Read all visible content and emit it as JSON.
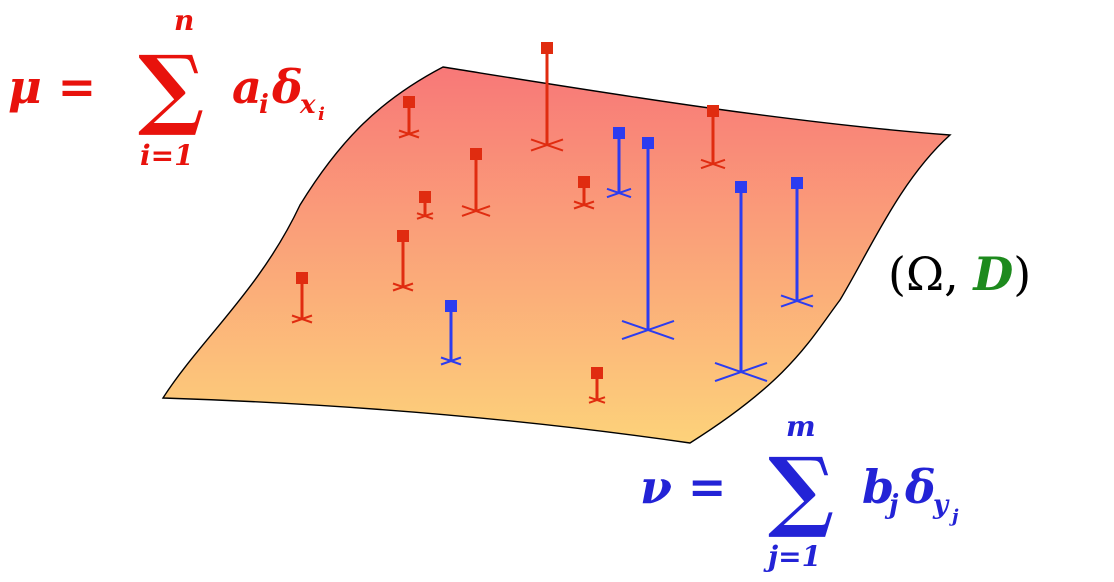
{
  "colors": {
    "mu": "#e8120c",
    "nu": "#2323d6",
    "D": "#1d8a1d",
    "surface_top": "#f87878",
    "surface_bottom": "#fdd27a",
    "red_marker": "#e02c10",
    "blue_marker": "#2c3cf0"
  },
  "mu_formula": {
    "lhs": "μ =",
    "sum_symbol": "∑",
    "upper": "n",
    "lower": "i=1",
    "term_a": "a",
    "term_a_sub": "i",
    "term_delta": "δ",
    "term_delta_sub_x": "x",
    "term_delta_sub_i": "i"
  },
  "nu_formula": {
    "lhs": "ν =",
    "sum_symbol": "∑",
    "upper": "m",
    "lower": "j=1",
    "term_b": "b",
    "term_b_sub": "j",
    "term_delta": "δ",
    "term_delta_sub_y": "y",
    "term_delta_sub_j": "j"
  },
  "space_label": {
    "open": "(Ω, ",
    "D": "D",
    "close": ")"
  },
  "red_diracs": [
    {
      "weight": "tall"
    },
    {
      "weight": "short"
    },
    {
      "weight": "medium"
    },
    {
      "weight": "short"
    },
    {
      "weight": "short"
    },
    {
      "weight": "medium"
    },
    {
      "weight": "medium"
    },
    {
      "weight": "medium"
    },
    {
      "weight": "short"
    }
  ],
  "blue_diracs": [
    {
      "weight": "short"
    },
    {
      "weight": "very-tall"
    },
    {
      "weight": "very-tall"
    },
    {
      "weight": "tall"
    },
    {
      "weight": "short"
    }
  ]
}
